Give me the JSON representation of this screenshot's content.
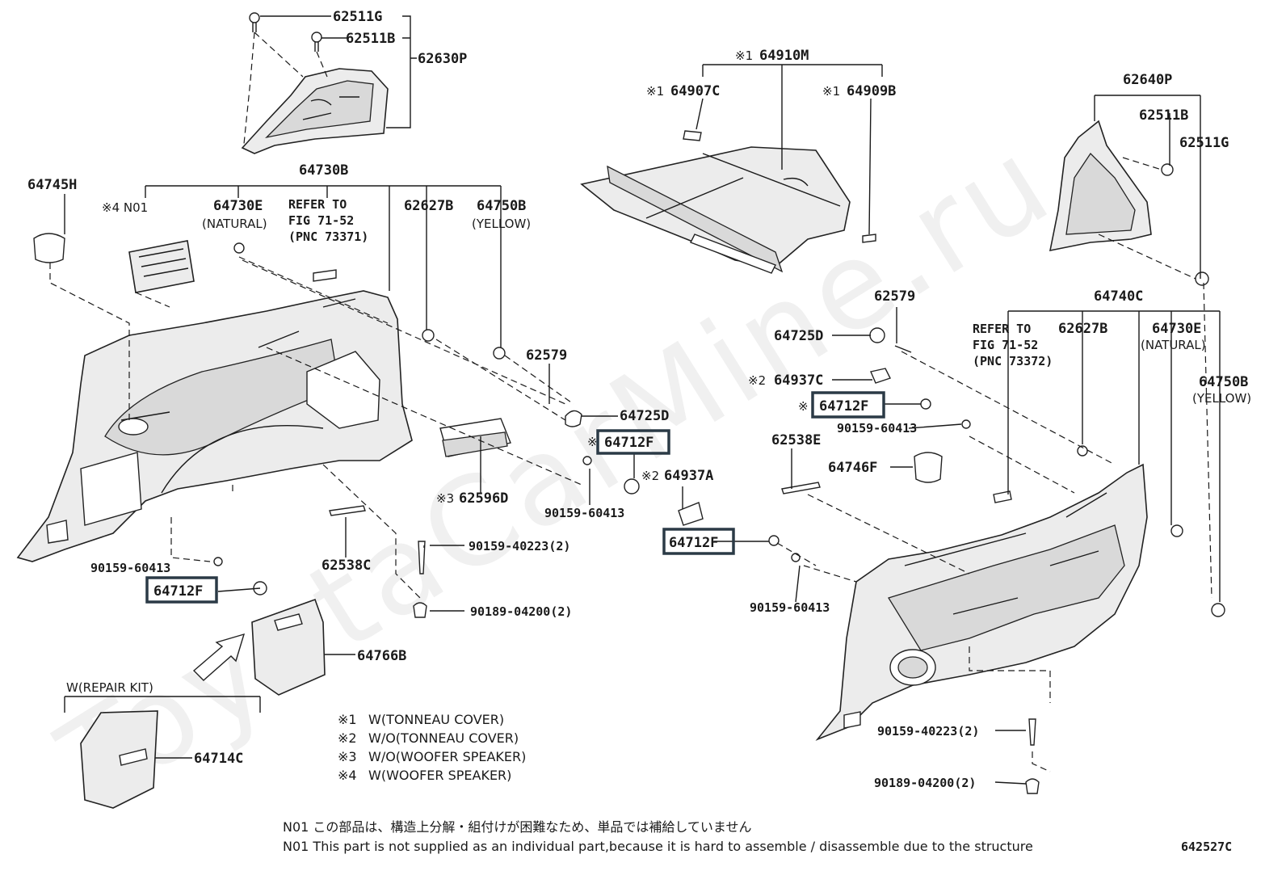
{
  "diagram_code": "642527C",
  "watermark": "ToyotaCarMine.ru",
  "parts": {
    "p62511G_a": "62511G",
    "p62511B_a": "62511B",
    "p62630P": "62630P",
    "p64910M": "64910M",
    "p64907C": "64907C",
    "p64909B": "64909B",
    "p62640P": "62640P",
    "p62511B_b": "62511B",
    "p62511G_b": "62511G",
    "p64745H": "64745H",
    "p64730B": "64730B",
    "p64730E_a": "64730E",
    "p62627B_a": "62627B",
    "p64750B_a": "64750B",
    "p62579_a": "62579",
    "p64725D_a": "64725D",
    "p64712F_a": "64712F",
    "p64937A": "64937A",
    "p62596D": "62596D",
    "p90159_60413_a": "90159-60413",
    "p90159_60413_b": "90159-60413",
    "p64712F_b": "64712F",
    "p62538C": "62538C",
    "p90159_40223_a": "90159-40223(2)",
    "p90189_04200_a": "90189-04200(2)",
    "p64766B": "64766B",
    "p64714C": "64714C",
    "p62579_b": "62579",
    "p64725D_b": "64725D",
    "p64740C": "64740C",
    "p62627B_b": "62627B",
    "p64730E_b": "64730E",
    "p64937C": "64937C",
    "p64712F_c": "64712F",
    "p90159_60413_c": "90159-60413",
    "p62538E": "62538E",
    "p64746F": "64746F",
    "p64750B_b": "64750B",
    "p64712F_d": "64712F",
    "p90159_60413_d": "90159-60413",
    "p90159_40223_b": "90159-40223(2)",
    "p90189_04200_b": "90189-04200(2)"
  },
  "marks": {
    "m1_a": "※1",
    "m1_b": "※1",
    "m1_c": "※1",
    "m4_no1": "※4 N01",
    "m2_a": "※2",
    "m2_b": "※2",
    "m2_c": "※",
    "m3": "※3",
    "m_star": "※"
  },
  "labels": {
    "natural_a": "(NATURAL)",
    "natural_b": "(NATURAL)",
    "yellow_a": "(YELLOW)",
    "yellow_b": "(YELLOW)",
    "repair_kit": "W(REPAIR KIT)"
  },
  "refs": {
    "left": {
      "l1": "REFER TO",
      "l2": "FIG 71-52",
      "l3": "(PNC 73371)"
    },
    "right": {
      "l1": "REFER TO",
      "l2": "FIG 71-52",
      "l3": "(PNC 73372)"
    }
  },
  "legend": [
    {
      "mark": "※1",
      "text": "W(TONNEAU COVER)"
    },
    {
      "mark": "※2",
      "text": "W/O(TONNEAU COVER)"
    },
    {
      "mark": "※3",
      "text": "W/O(WOOFER SPEAKER)"
    },
    {
      "mark": "※4",
      "text": "W(WOOFER SPEAKER)"
    }
  ],
  "notes": {
    "jp": "N01 この部品は、構造上分解・組付けが困難なため、単品では補給していません",
    "en": "N01 This part is not supplied as an individual part,because it is hard to assemble / disassemble due to the structure"
  }
}
